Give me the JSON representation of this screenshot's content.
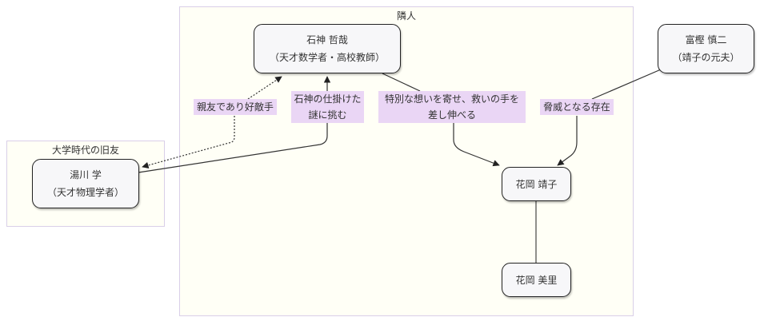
{
  "clusters": {
    "neighbor": "隣人",
    "university": "大学時代の旧友"
  },
  "nodes": {
    "ishigami": {
      "line1": "石神 哲哉",
      "line2": "（天才数学者・高校教師）"
    },
    "yukawa": {
      "line1": "湯川 学",
      "line2": "（天才物理学者）"
    },
    "togashi": {
      "line1": "富樫 慎二",
      "line2": "（靖子の元夫）"
    },
    "yasuko": {
      "line1": "花岡 靖子"
    },
    "misato": {
      "line1": "花岡 美里"
    }
  },
  "edges": {
    "friend_rival": "親友であり好敵手",
    "challenge_line1": "石神の仕掛けた",
    "challenge_line2": "謎に挑む",
    "feelings_line1": "特別な想いを寄せ、救いの手を",
    "feelings_line2": "差し伸べる",
    "threat": "脅威となる存在"
  }
}
